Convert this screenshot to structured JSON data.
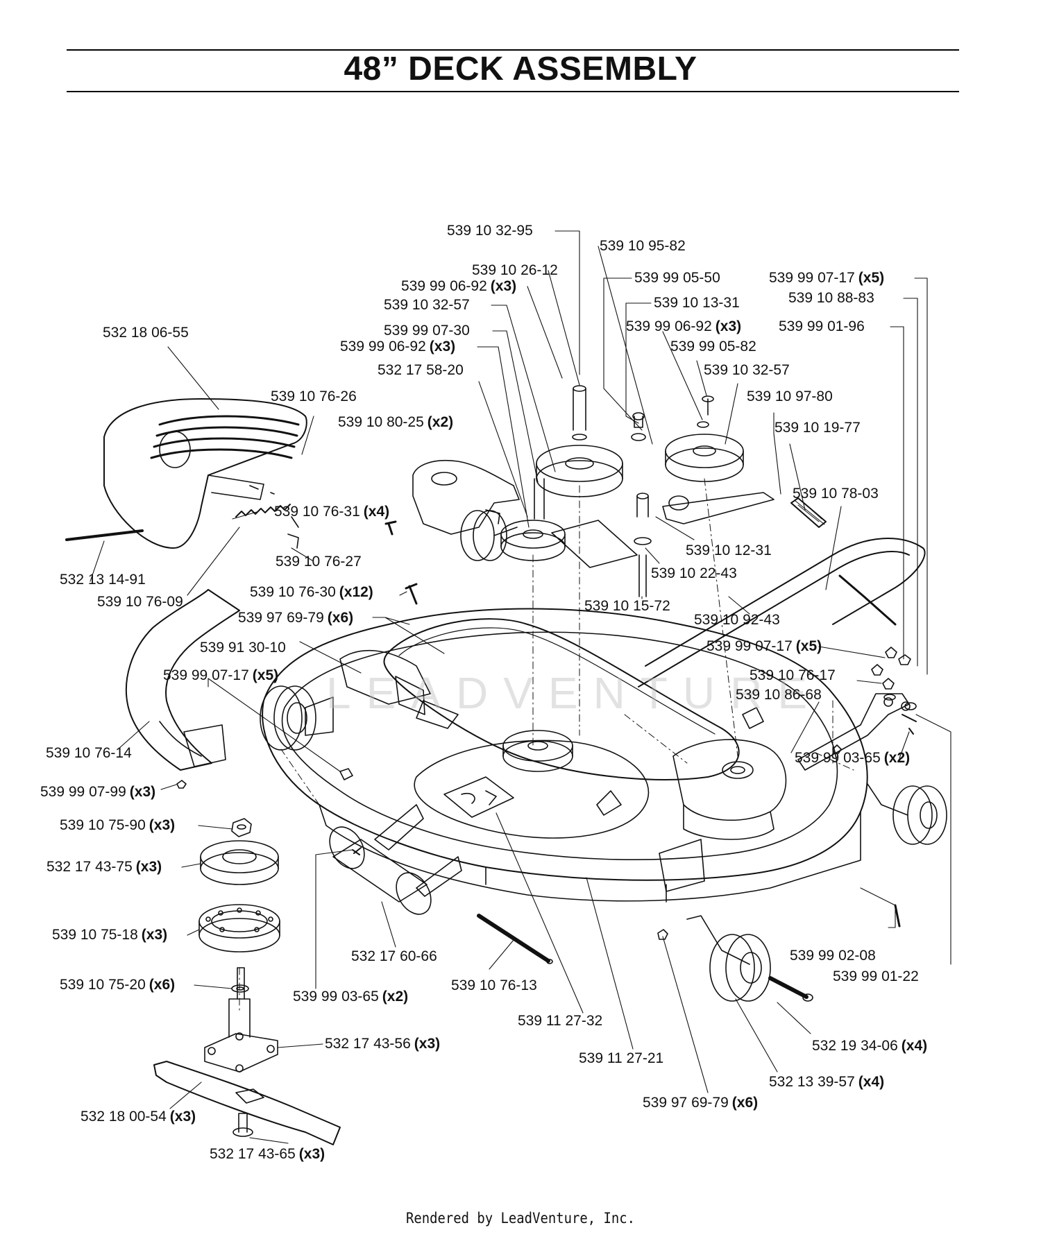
{
  "header": {
    "title": "48” DECK ASSEMBLY"
  },
  "footer": {
    "text": "Rendered by LeadVenture, Inc."
  },
  "watermark": {
    "text": "LEADVENTURE"
  },
  "callouts": [
    {
      "id": "c01",
      "part": "539 10 32-95",
      "qty": ""
    },
    {
      "id": "c02",
      "part": "539 10 95-82",
      "qty": ""
    },
    {
      "id": "c03",
      "part": "539 10 26-12",
      "qty": ""
    },
    {
      "id": "c04",
      "part": "539 99 06-92",
      "qty": "(x3)"
    },
    {
      "id": "c05",
      "part": "539 99 05-50",
      "qty": ""
    },
    {
      "id": "c06",
      "part": "539 99 07-17",
      "qty": "(x5)"
    },
    {
      "id": "c07",
      "part": "539 10 88-83",
      "qty": ""
    },
    {
      "id": "c08",
      "part": "539 10 32-57",
      "qty": ""
    },
    {
      "id": "c09",
      "part": "539 10 13-31",
      "qty": ""
    },
    {
      "id": "c10",
      "part": "539 99 07-30",
      "qty": ""
    },
    {
      "id": "c11",
      "part": "539 99 06-92",
      "qty": "(x3)"
    },
    {
      "id": "c12",
      "part": "539 99 01-96",
      "qty": ""
    },
    {
      "id": "c13",
      "part": "532 18 06-55",
      "qty": ""
    },
    {
      "id": "c14",
      "part": "539 99 06-92",
      "qty": "(x3)"
    },
    {
      "id": "c15",
      "part": "539 99 05-82",
      "qty": ""
    },
    {
      "id": "c16",
      "part": "532 17 58-20",
      "qty": ""
    },
    {
      "id": "c17",
      "part": "539 10 32-57",
      "qty": ""
    },
    {
      "id": "c18",
      "part": "539 10 76-26",
      "qty": ""
    },
    {
      "id": "c19",
      "part": "539 10 97-80",
      "qty": ""
    },
    {
      "id": "c20",
      "part": "539 10 80-25",
      "qty": "(x2)"
    },
    {
      "id": "c21",
      "part": "539 10 19-77",
      "qty": ""
    },
    {
      "id": "c22",
      "part": "539 10 78-03",
      "qty": ""
    },
    {
      "id": "c23",
      "part": "539 10 76-31",
      "qty": "(x4)"
    },
    {
      "id": "c24",
      "part": "539 10 12-31",
      "qty": ""
    },
    {
      "id": "c25",
      "part": "539 10 76-27",
      "qty": ""
    },
    {
      "id": "c26",
      "part": "539 10 22-43",
      "qty": ""
    },
    {
      "id": "c27",
      "part": "532 13 14-91",
      "qty": ""
    },
    {
      "id": "c28",
      "part": "539 10 76-30",
      "qty": "(x12)"
    },
    {
      "id": "c29",
      "part": "539 10 76-09",
      "qty": ""
    },
    {
      "id": "c30",
      "part": "539 10 15-72",
      "qty": ""
    },
    {
      "id": "c31",
      "part": "539 97 69-79",
      "qty": "(x6)"
    },
    {
      "id": "c32",
      "part": "539 10 92-43",
      "qty": ""
    },
    {
      "id": "c33",
      "part": "539 91 30-10",
      "qty": ""
    },
    {
      "id": "c34",
      "part": "539 99 07-17",
      "qty": "(x5)"
    },
    {
      "id": "c35",
      "part": "539 99 07-17",
      "qty": "(x5)"
    },
    {
      "id": "c36",
      "part": "539 10 76-17",
      "qty": ""
    },
    {
      "id": "c37",
      "part": "539 10 86-68",
      "qty": ""
    },
    {
      "id": "c38",
      "part": "539 10 76-14",
      "qty": ""
    },
    {
      "id": "c39",
      "part": "539 99 03-65",
      "qty": "(x2)"
    },
    {
      "id": "c40",
      "part": "539 99 07-99",
      "qty": "(x3)"
    },
    {
      "id": "c41",
      "part": "539 10 75-90",
      "qty": "(x3)"
    },
    {
      "id": "c42",
      "part": "532 17 43-75",
      "qty": "(x3)"
    },
    {
      "id": "c43",
      "part": "539 10 75-18",
      "qty": "(x3)"
    },
    {
      "id": "c44",
      "part": "539 99 02-08",
      "qty": ""
    },
    {
      "id": "c45",
      "part": "532 17 60-66",
      "qty": ""
    },
    {
      "id": "c46",
      "part": "539 99 01-22",
      "qty": ""
    },
    {
      "id": "c47",
      "part": "539 10 75-20",
      "qty": "(x6)"
    },
    {
      "id": "c48",
      "part": "539 10 76-13",
      "qty": ""
    },
    {
      "id": "c49",
      "part": "539 99 03-65",
      "qty": "(x2)"
    },
    {
      "id": "c50",
      "part": "539 11 27-32",
      "qty": ""
    },
    {
      "id": "c51",
      "part": "532 17 43-56",
      "qty": "(x3)"
    },
    {
      "id": "c52",
      "part": "532 19 34-06",
      "qty": "(x4)"
    },
    {
      "id": "c53",
      "part": "539 11 27-21",
      "qty": ""
    },
    {
      "id": "c54",
      "part": "532 13 39-57",
      "qty": "(x4)"
    },
    {
      "id": "c55",
      "part": "532 18 00-54",
      "qty": "(x3)"
    },
    {
      "id": "c56",
      "part": "539 97 69-79",
      "qty": "(x6)"
    },
    {
      "id": "c57",
      "part": "532 17 43-65",
      "qty": "(x3)"
    }
  ]
}
